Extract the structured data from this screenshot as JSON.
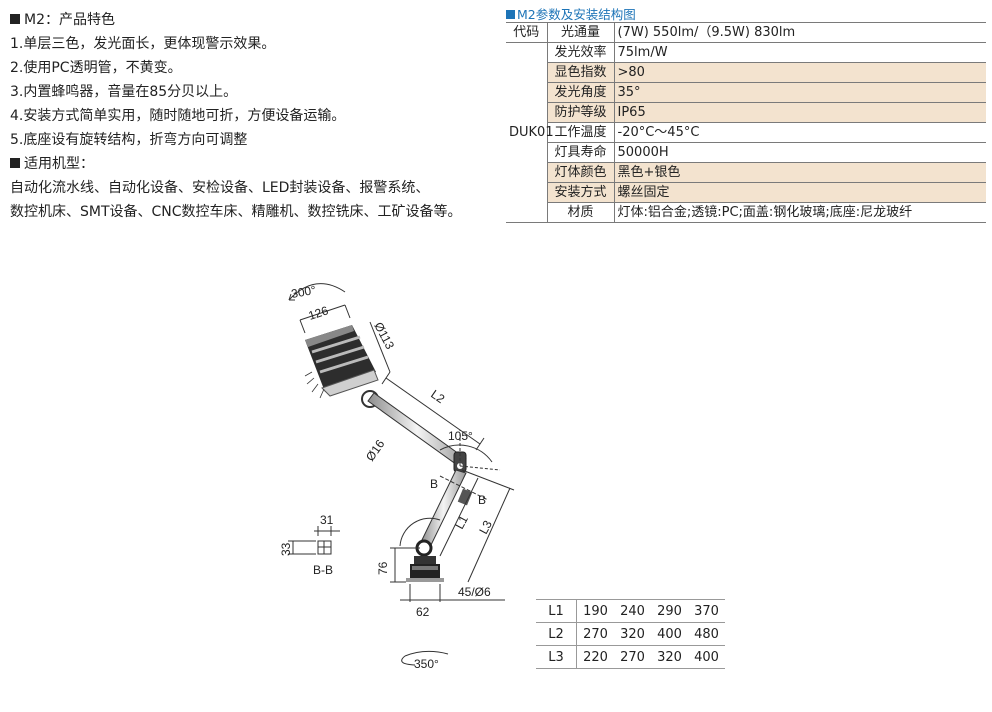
{
  "features": {
    "title": "M2：产品特色",
    "items": [
      "1.单层三色，发光面长，更体现警示效果。",
      "2.使用PC透明管，不黄变。",
      "3.内置蜂鸣器，音量在85分贝以上。",
      "4.安装方式简单实用，随时随地可折，方便设备运输。",
      "5.底座设有旋转结构，折弯方向可调整"
    ],
    "machines_title": "适用机型：",
    "machines_lines": [
      "自动化流水线、自动化设备、安检设备、LED封装设备、报警系统、",
      "数控机床、SMT设备、CNC数控车床、精雕机、数控铣床、工矿设备等。"
    ]
  },
  "spec": {
    "title": "M2参数及安装结构图",
    "code_header": "代码",
    "code": "DUK01",
    "rows": [
      {
        "label": "光通量",
        "value": "(7W) 550lm/（9.5W) 830lm",
        "shade": false
      },
      {
        "label": "发光效率",
        "value": "75lm/W",
        "shade": false
      },
      {
        "label": "显色指数",
        "value": ">80",
        "shade": true
      },
      {
        "label": "发光角度",
        "value": "35°",
        "shade": true
      },
      {
        "label": "防护等级",
        "value": "IP65",
        "shade": true
      },
      {
        "label": "工作温度",
        "value": "-20°C～45°C",
        "shade": false
      },
      {
        "label": "灯具寿命",
        "value": "50000H",
        "shade": false
      },
      {
        "label": "灯体颜色",
        "value": "黑色+银色",
        "shade": true
      },
      {
        "label": "安装方式",
        "value": "螺丝固定",
        "shade": true
      },
      {
        "label": "材质",
        "value": "灯体:铝合金;透镜:PC;面盖:钢化玻璃;底座:尼龙玻纤",
        "shade": false
      }
    ]
  },
  "drawing": {
    "rot_top": "300°",
    "width_head": "126",
    "dia_head": "Ø113",
    "l2": "L2",
    "dia_arm": "Ø16",
    "angle": "105°",
    "b1": "B",
    "b2": "B",
    "l1": "L1",
    "l3": "L3",
    "h_base": "76",
    "base_w": "62",
    "holes": "45/Ø6",
    "rot_bottom": "350°",
    "sec_w": "31",
    "sec_h": "33",
    "sec_label": "B-B"
  },
  "lengths": {
    "rows": [
      {
        "name": "L1",
        "values": [
          "190",
          "240",
          "290",
          "370"
        ]
      },
      {
        "name": "L2",
        "values": [
          "270",
          "320",
          "400",
          "480"
        ]
      },
      {
        "name": "L3",
        "values": [
          "220",
          "270",
          "320",
          "400"
        ]
      }
    ]
  }
}
